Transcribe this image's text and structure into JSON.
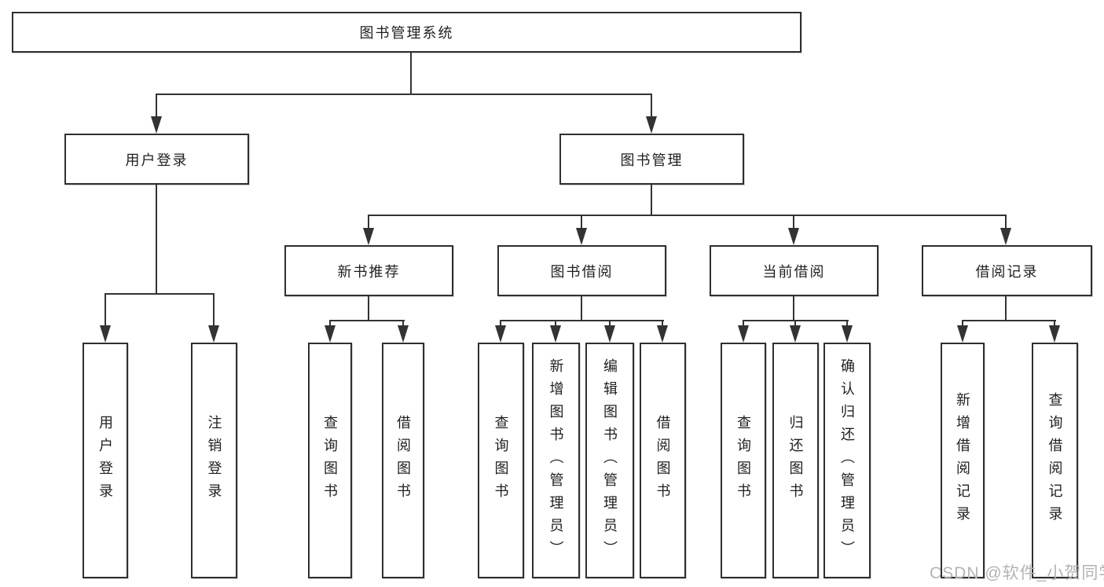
{
  "tree": {
    "root": {
      "label": "图书管理系统"
    },
    "user_login": {
      "label": "用户登录",
      "children": {
        "login": {
          "label": "用户登录"
        },
        "logout": {
          "label": "注销登录"
        }
      }
    },
    "book_mgmt": {
      "label": "图书管理",
      "children": {
        "new_book_rec": {
          "label": "新书推荐",
          "children": {
            "query_book": {
              "label": "查询图书"
            },
            "borrow_book": {
              "label": "借阅图书"
            }
          }
        },
        "book_borrow": {
          "label": "图书借阅",
          "children": {
            "query_book": {
              "label": "查询图书"
            },
            "add_book": {
              "label": "新增图书（管理员）"
            },
            "edit_book": {
              "label": "编辑图书（管理员）"
            },
            "borrow_book": {
              "label": "借阅图书"
            }
          }
        },
        "current_borrow": {
          "label": "当前借阅",
          "children": {
            "query_book": {
              "label": "查询图书"
            },
            "return_book": {
              "label": "归还图书"
            },
            "confirm_return": {
              "label": "确认归还（管理员）"
            }
          }
        },
        "borrow_records": {
          "label": "借阅记录",
          "children": {
            "add_record": {
              "label": "新增借阅记录"
            },
            "query_record": {
              "label": "查询借阅记录"
            }
          }
        }
      }
    }
  },
  "watermark": {
    "text": "CSDN @软件_小贺同学"
  },
  "colors": {
    "line": "#333333",
    "box_border": "#2f2f2f",
    "text": "#1f1f1f",
    "watermark": "#b3b3b3",
    "background": "#ffffff"
  }
}
